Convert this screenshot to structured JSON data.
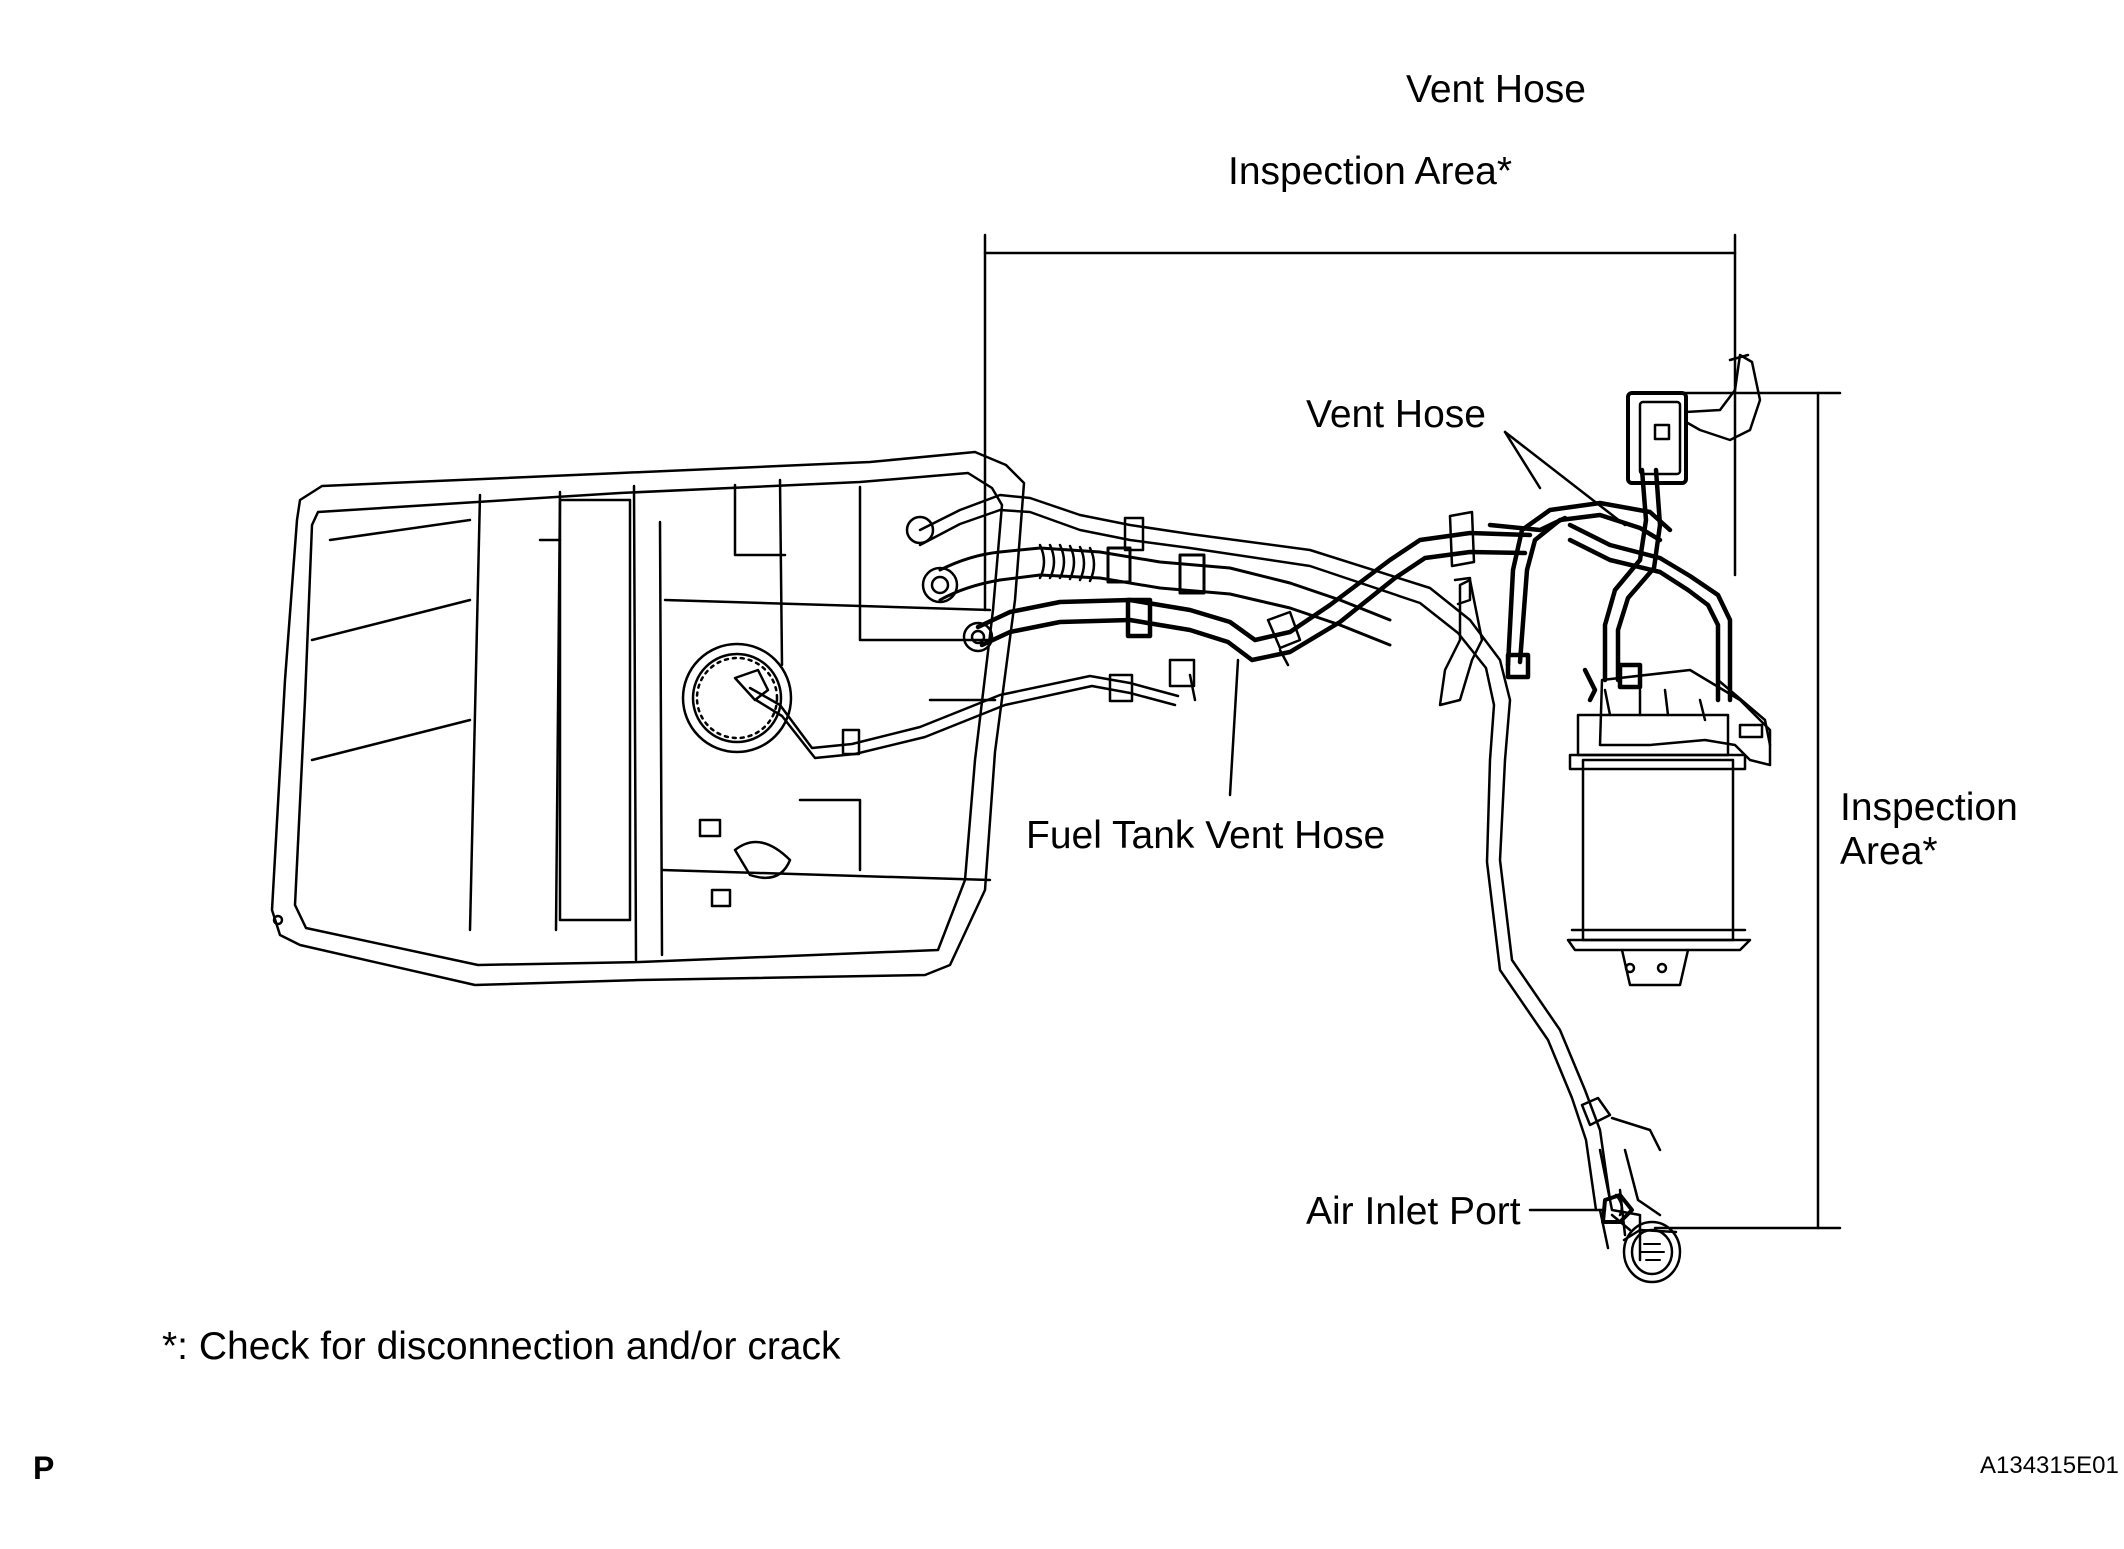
{
  "labels": {
    "vent_hose_top": "Vent Hose",
    "inspection_area_top": "Inspection Area*",
    "vent_hose": "Vent Hose",
    "fuel_tank_vent_hose": "Fuel Tank Vent Hose",
    "inspection_area_right_line1": "Inspection",
    "inspection_area_right_line2": "Area*",
    "air_inlet_port": "Air Inlet Port"
  },
  "footnote": "*: Check for disconnection and/or crack",
  "page_mark": "P",
  "figure_id": "A134315E01"
}
